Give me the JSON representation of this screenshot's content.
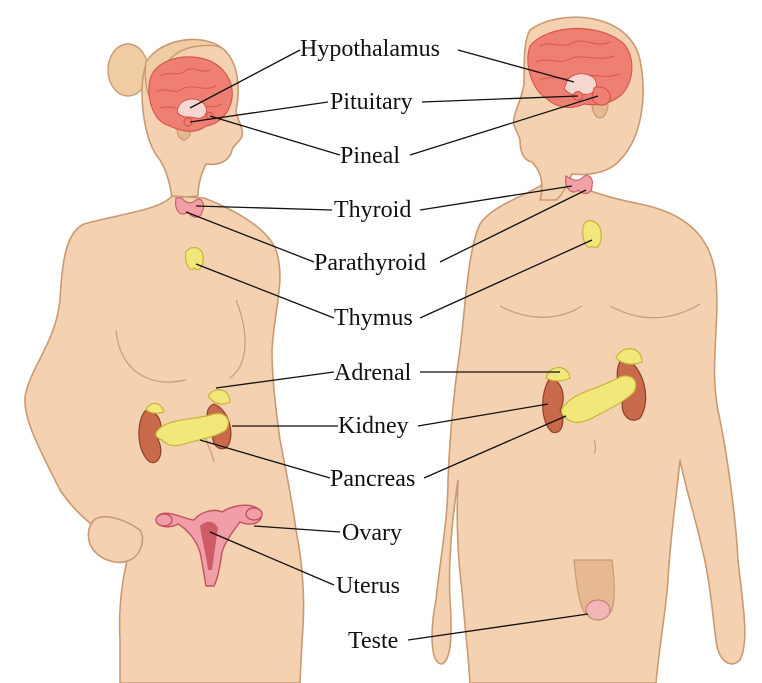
{
  "labels": {
    "hypothalamus": "Hypothalamus",
    "pituitary": "Pituitary",
    "pineal": "Pineal",
    "thyroid": "Thyroid",
    "parathyroid": "Parathyroid",
    "thymus": "Thymus",
    "adrenal": "Adrenal",
    "kidney": "Kidney",
    "pancreas": "Pancreas",
    "ovary": "Ovary",
    "uterus": "Uterus",
    "teste": "Teste"
  },
  "colors": {
    "skin": "#f4d2b1",
    "brain": "#ef7f72",
    "gland_yellow": "#f1e77a",
    "kidney": "#c96a4c",
    "uterus": "#f09ea8",
    "label_text": "#111111"
  }
}
